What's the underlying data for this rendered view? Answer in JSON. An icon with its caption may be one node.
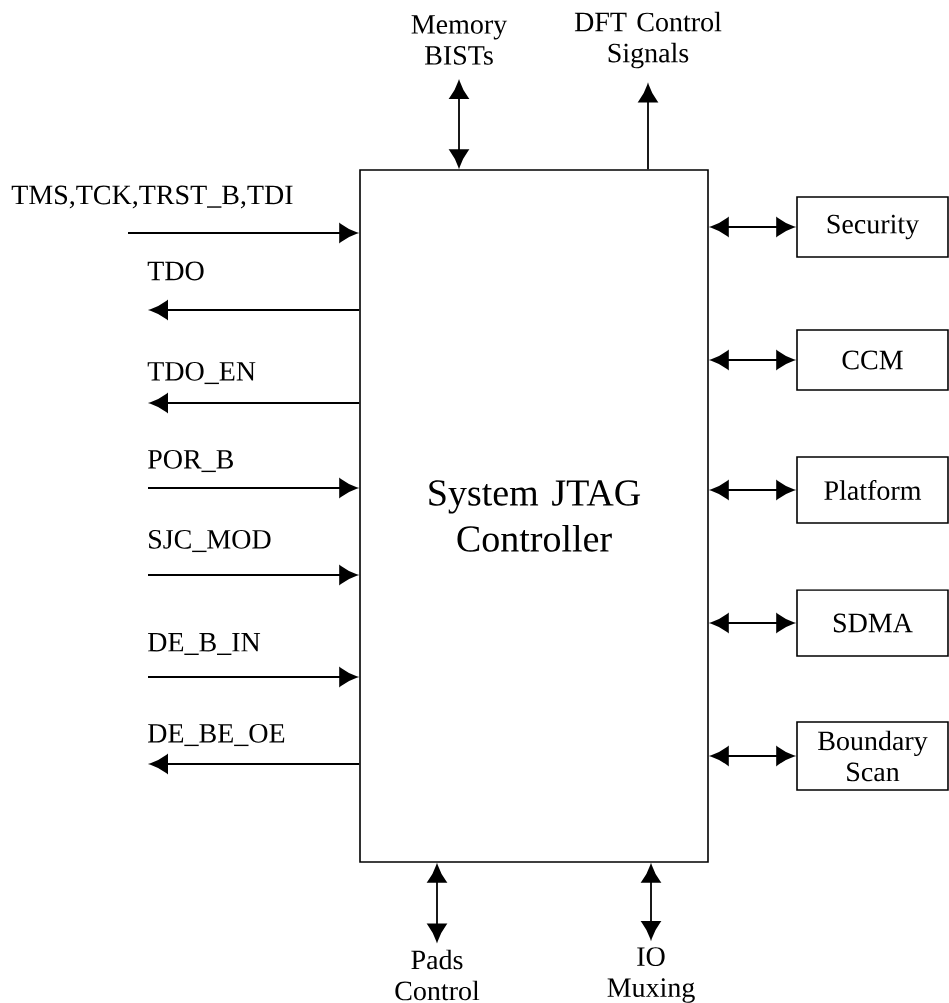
{
  "diagram": {
    "nodes": [
      {
        "text": [
          "System JTAG Controller"
        ]
      },
      {
        "text": [
          "Memory BISTs"
        ]
      },
      {
        "text": [
          "DFT Control Signals"
        ]
      },
      {
        "text": [
          "Security"
        ]
      },
      {
        "text": [
          "CCM"
        ]
      },
      {
        "text": [
          "Platform"
        ]
      },
      {
        "text": [
          "SDMA"
        ]
      },
      {
        "text": [
          "Boundary Scan"
        ]
      },
      {
        "text": [
          "Pads Control"
        ]
      },
      {
        "text": [
          "IO Muxing"
        ]
      }
    ],
    "edges": [
      {
        "from": null,
        "to": 0,
        "arrow": "to",
        "label": "TMS,TCK,TRST_B,TDI"
      },
      {
        "from": 0,
        "to": null,
        "arrow": "to",
        "label": "TDO"
      },
      {
        "from": 0,
        "to": null,
        "arrow": "to",
        "label": "TDO_EN"
      },
      {
        "from": null,
        "to": 0,
        "arrow": "to",
        "label": "POR_B"
      },
      {
        "from": null,
        "to": 0,
        "arrow": "to",
        "label": "SJC_MOD"
      },
      {
        "from": null,
        "to": 0,
        "arrow": "to",
        "label": "DE_B_IN"
      },
      {
        "from": 0,
        "to": null,
        "arrow": "to",
        "label": "DE_BE_OE"
      },
      {
        "from": 0,
        "to": 1,
        "arrow": "both"
      },
      {
        "from": 0,
        "to": 2,
        "arrow": "to"
      },
      {
        "from": 0,
        "to": 3,
        "arrow": "both"
      },
      {
        "from": 0,
        "to": 4,
        "arrow": "both"
      },
      {
        "from": 0,
        "to": 5,
        "arrow": "both"
      },
      {
        "from": 0,
        "to": 6,
        "arrow": "both"
      },
      {
        "from": 0,
        "to": 7,
        "arrow": "both"
      },
      {
        "from": 0,
        "to": 8,
        "arrow": "both"
      },
      {
        "from": 0,
        "to": 9,
        "arrow": "both"
      }
    ]
  }
}
